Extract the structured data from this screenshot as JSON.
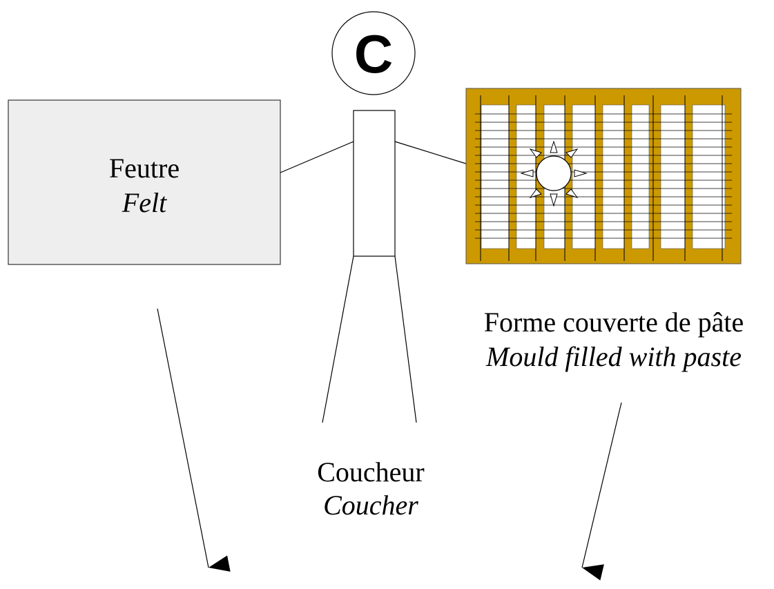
{
  "person": {
    "head_letter": "C",
    "label_fr": "Coucheur",
    "label_en": "Coucher"
  },
  "felt": {
    "label_fr": "Feutre",
    "label_en": "Felt"
  },
  "mould": {
    "label_fr": "Forme couverte de pâte",
    "label_en": "Mould filled with paste",
    "watermark_icon": "sun-icon",
    "frame_color": "#cc9900"
  }
}
